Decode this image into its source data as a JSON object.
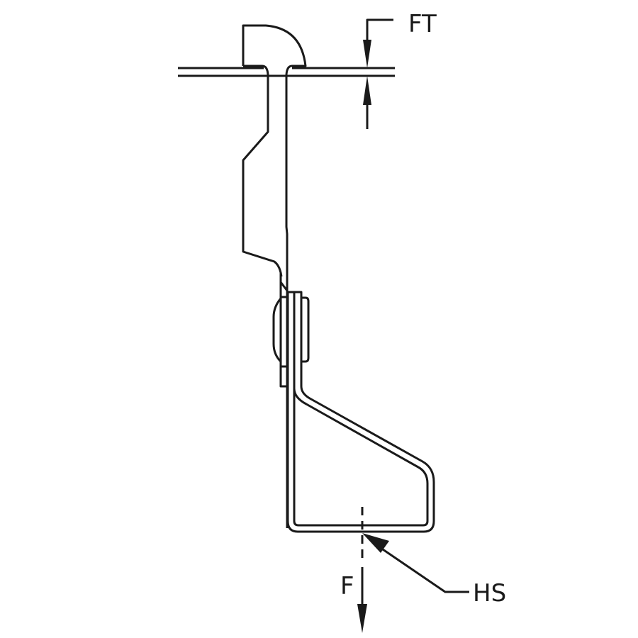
{
  "labels": {
    "flange_thickness": "FT",
    "force": "F",
    "hanger_seat": "HS"
  },
  "colors": {
    "line": "#1a1a1a",
    "background": "#ffffff"
  }
}
